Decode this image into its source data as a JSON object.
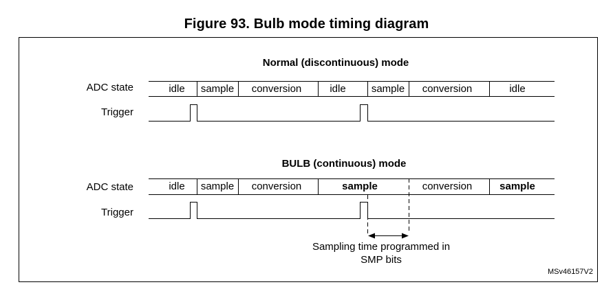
{
  "figure_title": "Figure 93. Bulb mode timing diagram",
  "normal": {
    "heading": "Normal (discontinuous) mode",
    "adc_label": "ADC state",
    "trigger_label": "Trigger",
    "states": [
      "idle",
      "sample",
      "conversion",
      "idle",
      "sample",
      "conversion",
      "idle"
    ]
  },
  "bulb": {
    "heading": "BULB (continuous) mode",
    "adc_label": "ADC state",
    "trigger_label": "Trigger",
    "states": [
      "idle",
      "sample",
      "conversion",
      "sample",
      "conversion",
      "sample"
    ]
  },
  "annotation": {
    "line1": "Sampling time programmed in",
    "line2": "SMP bits"
  },
  "reference": "MSv46157V2"
}
